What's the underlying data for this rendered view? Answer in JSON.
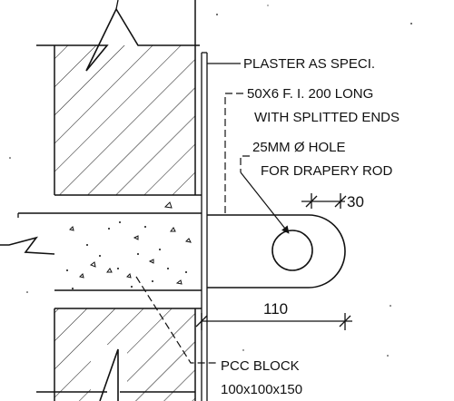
{
  "annotations": {
    "plaster": "PLASTER AS SPECI.",
    "flat_iron_line1": "50X6 F. I. 200 LONG",
    "flat_iron_line2": "WITH SPLITTED ENDS",
    "hole_line1": "25MM Ø HOLE",
    "hole_line2": "FOR DRAPERY ROD",
    "pcc_line1": "PCC BLOCK",
    "pcc_line2": "100x100x150"
  },
  "dimensions": {
    "edge_distance": "30",
    "projection": "110"
  },
  "colors": {
    "ink": "#111111",
    "background": "#ffffff"
  }
}
